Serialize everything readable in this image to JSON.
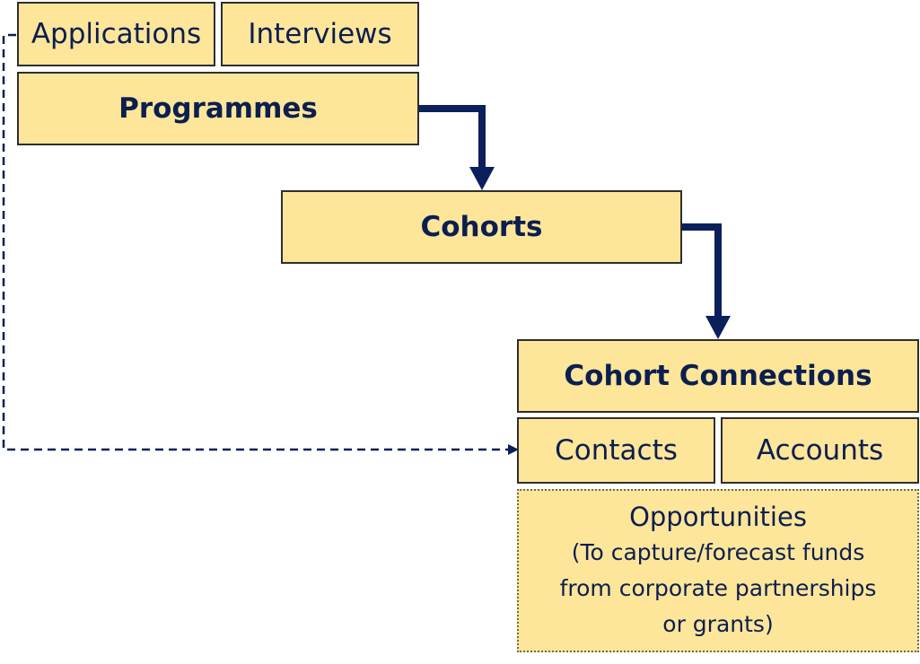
{
  "boxes": {
    "applications": "Applications",
    "interviews": "Interviews",
    "programmes": "Programmes",
    "cohorts": "Cohorts",
    "cohort_connections": "Cohort Connections",
    "contacts": "Contacts",
    "accounts": "Accounts"
  },
  "opportunities": {
    "title": "Opportunities",
    "lines": [
      "(To capture/forecast funds",
      "from corporate partnerships",
      "or grants)"
    ]
  }
}
